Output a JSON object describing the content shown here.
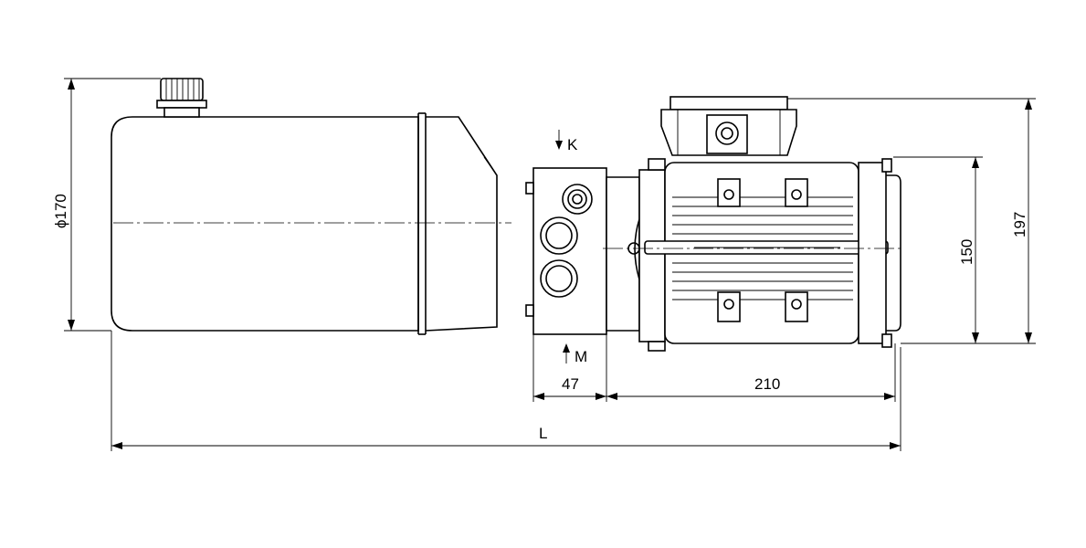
{
  "diagram": {
    "dimensions": {
      "diameter": "ϕ170",
      "width_47": "47",
      "width_210": "210",
      "height_150": "150",
      "height_197": "197",
      "length": "L"
    },
    "ports": {
      "k": "K",
      "m": "M"
    }
  }
}
